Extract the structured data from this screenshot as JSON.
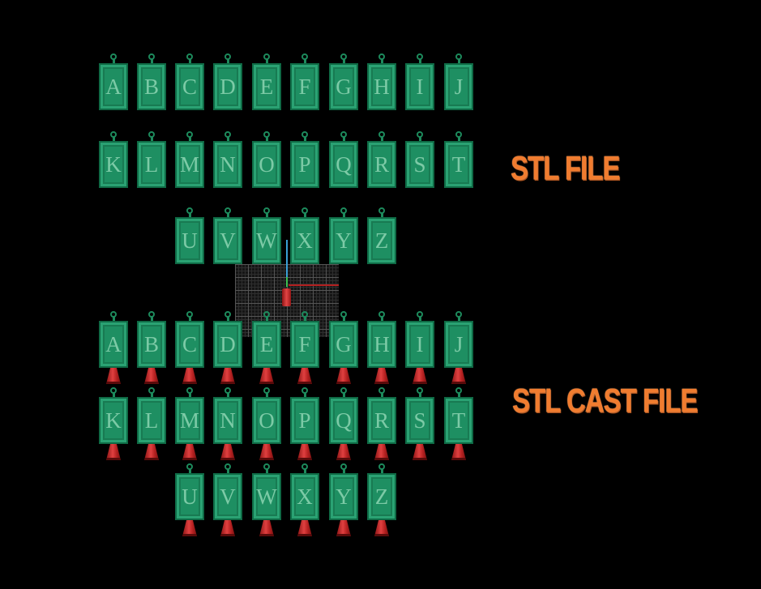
{
  "labels": {
    "stl_file": "STL FILE",
    "stl_cast_file": "STL CAST FILE"
  },
  "rows": {
    "row1": [
      "A",
      "B",
      "C",
      "D",
      "E",
      "F",
      "G",
      "H",
      "I",
      "J"
    ],
    "row2": [
      "K",
      "L",
      "M",
      "N",
      "O",
      "P",
      "Q",
      "R",
      "S",
      "T"
    ],
    "row3": [
      "U",
      "V",
      "W",
      "X",
      "Y",
      "Z"
    ]
  },
  "colors": {
    "background": "#000000",
    "pendant": "#1e8f62",
    "letter": "#7ccaa6",
    "sprue": "#d83a3a",
    "label": "#f07c2f"
  },
  "icons": [
    "pendant-tile",
    "casting-sprue",
    "axis-gizmo",
    "viewport-grid"
  ]
}
